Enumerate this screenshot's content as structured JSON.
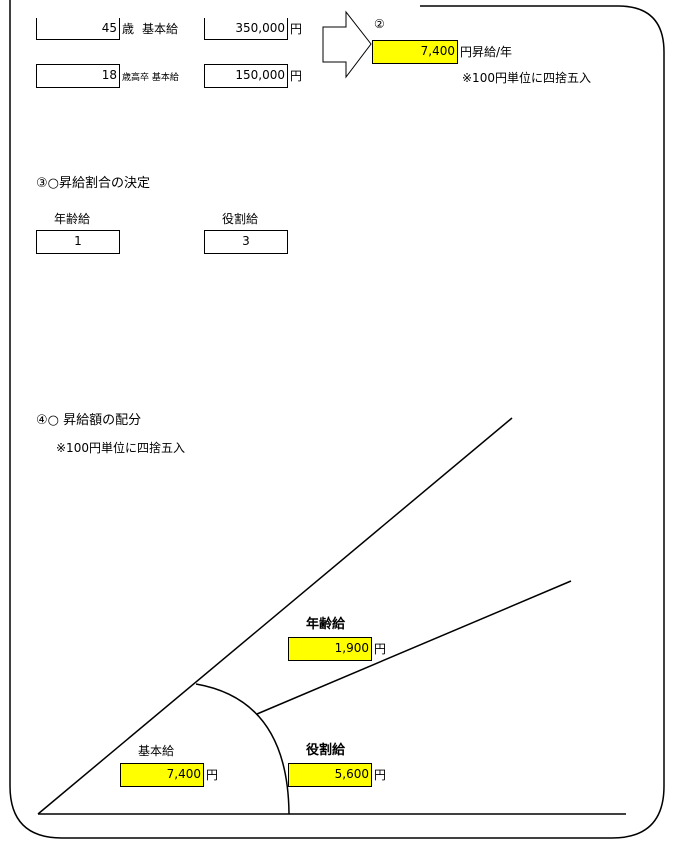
{
  "colors": {
    "highlight": "#ffff00",
    "line": "#000000"
  },
  "section2": {
    "row1": {
      "age": "45",
      "age_unit": "歳",
      "label": "基本給",
      "amount": "350,000",
      "yen": "円"
    },
    "row2": {
      "age": "18",
      "label": "歳高卒 基本給",
      "amount": "150,000",
      "yen": "円"
    },
    "marker": "②",
    "raise": {
      "value": "7,400",
      "unit": "円昇給/年"
    },
    "note": "※100円単位に四捨五入"
  },
  "section3": {
    "heading": "③○昇給割合の決定",
    "age_pay": {
      "label": "年齢給",
      "value": "1"
    },
    "role_pay": {
      "label": "役割給",
      "value": "3"
    }
  },
  "section4": {
    "heading": "④○ 昇給額の配分",
    "note": "※100円単位に四捨五入",
    "age_pay": {
      "label": "年齢給",
      "value": "1,900",
      "yen": "円"
    },
    "base_pay": {
      "label": "基本給",
      "value": "7,400",
      "yen": "円"
    },
    "role_pay": {
      "label": "役割給",
      "value": "5,600",
      "yen": "円"
    }
  }
}
